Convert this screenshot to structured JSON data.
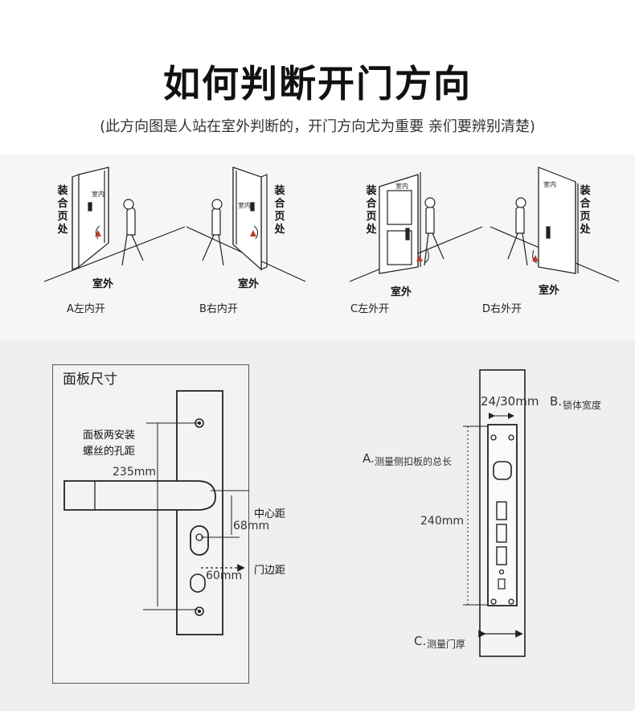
{
  "header": {
    "title": "如何判断开门方向",
    "subtitle": "(此方向图是人站在室外判断的，开门方向尤为重要 亲们要辨别清楚)"
  },
  "doors": [
    {
      "id": "A",
      "caption": "A左内开",
      "hinge_label": "装合页处",
      "inside_label": "室内",
      "outside_label": "室外"
    },
    {
      "id": "B",
      "caption": "B右内开",
      "hinge_label": "装合页处",
      "inside_label": "室内",
      "outside_label": "室外"
    },
    {
      "id": "C",
      "caption": "C左外开",
      "hinge_label": "装合页处",
      "inside_label": "室内",
      "outside_label": "室外"
    },
    {
      "id": "D",
      "caption": "D右外开",
      "hinge_label": "装合页处",
      "inside_label": "室内",
      "outside_label": "室外"
    }
  ],
  "panel": {
    "title": "面板尺寸",
    "screw_note_1": "面板两安装",
    "screw_note_2": "螺丝的孔距",
    "hole_distance": "235mm",
    "center_label": "中心距",
    "center_value": "68mm",
    "edge_label": "门边距",
    "edge_value": "60mm"
  },
  "lockbody": {
    "width_value": "24/30mm",
    "b_label": "B.",
    "b_text": "锁体宽度",
    "a_label": "A.",
    "a_text": "测量侧扣板的总长",
    "length_value": "240mm",
    "c_label": "C.",
    "c_text": "测量门厚"
  }
}
